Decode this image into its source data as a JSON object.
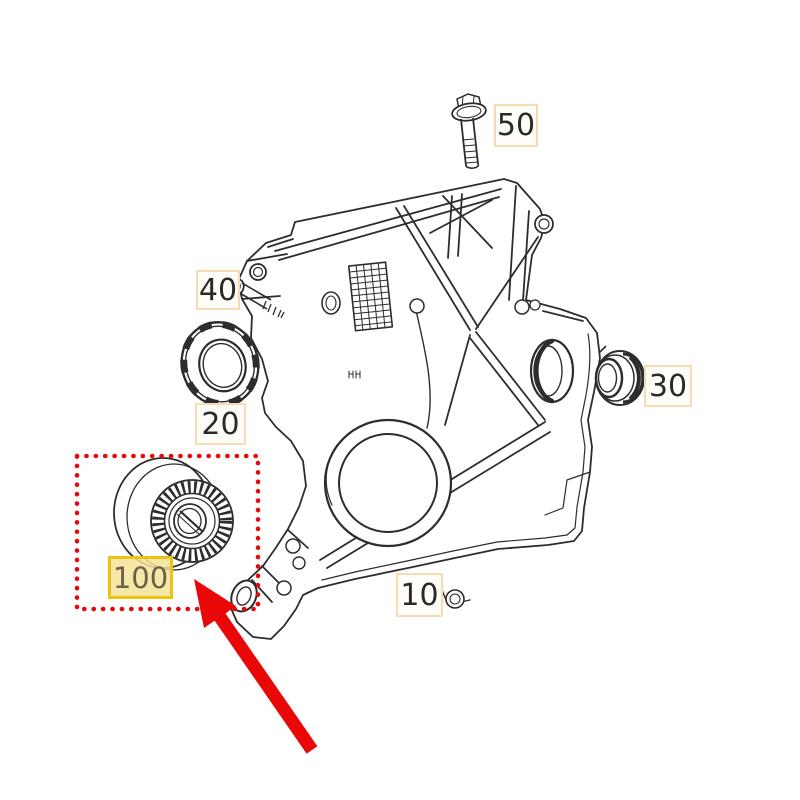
{
  "diagram": {
    "type": "engine-parts-exploded-diagram",
    "subject": "timing-case-cover-with-attached-parts",
    "callouts": [
      {
        "label": "50",
        "highlighted": false
      },
      {
        "label": "40",
        "highlighted": false
      },
      {
        "label": "20",
        "highlighted": false
      },
      {
        "label": "30",
        "highlighted": false
      },
      {
        "label": "10",
        "highlighted": false
      },
      {
        "label": "100",
        "highlighted": true
      }
    ],
    "selection": {
      "highlighted_label": "100",
      "indicator": "red-dotted-rectangle-with-red-arrow",
      "color": "#e90808"
    },
    "colors": {
      "background": "#ffffff",
      "line_art": "#2d2d2d",
      "callout_border": "#f5dcb4",
      "callout_background": "#fffdf8",
      "callout_text": "#2a2a2a",
      "highlight_background": "#f4e49c",
      "highlight_border": "#eac313",
      "highlight_text": "#6b6048",
      "accent_red": "#e90808"
    }
  }
}
